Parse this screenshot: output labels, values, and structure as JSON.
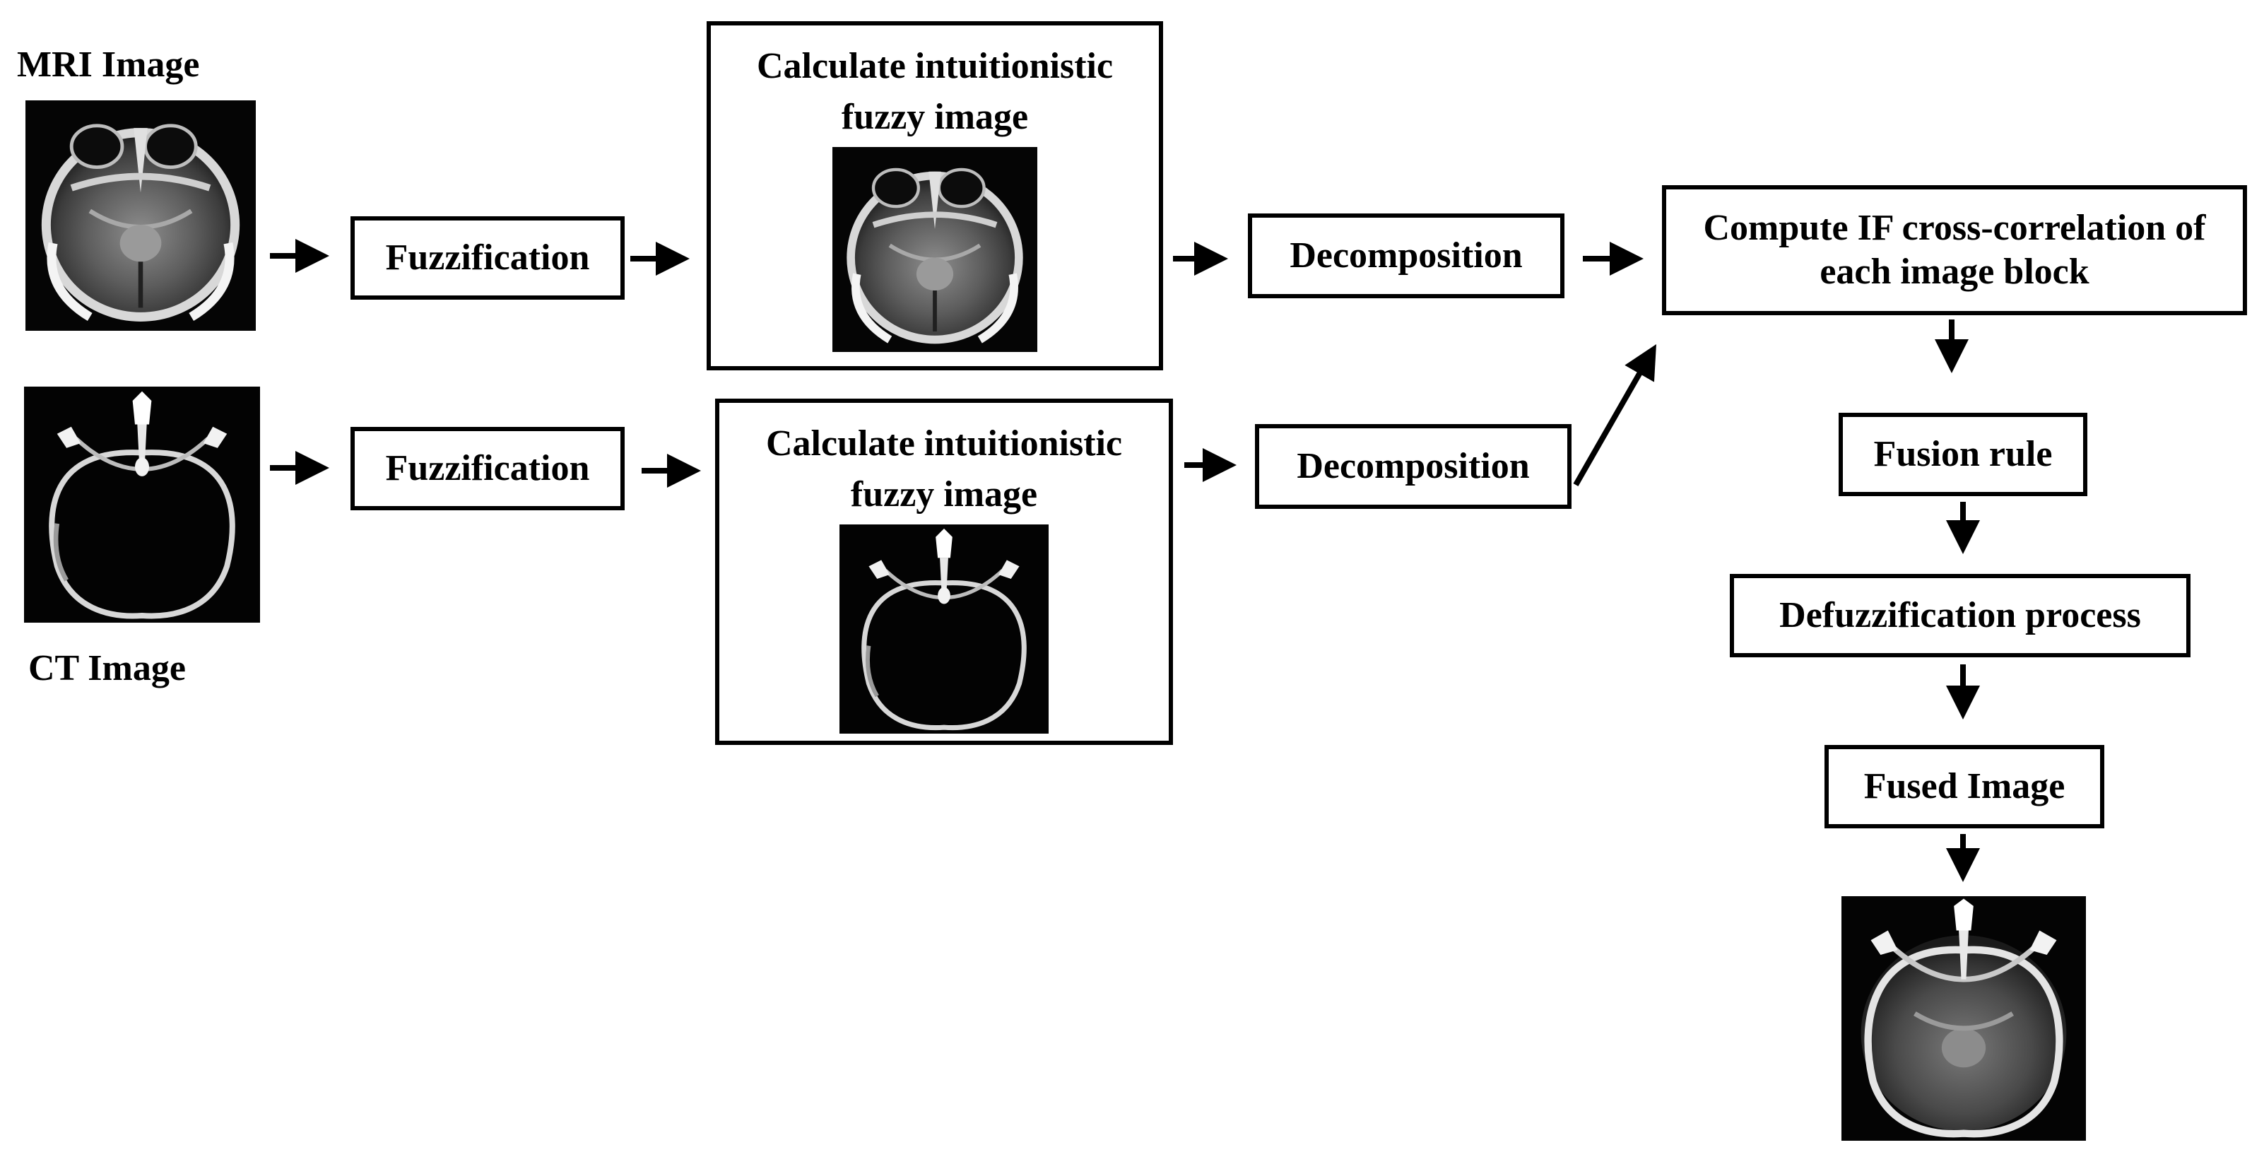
{
  "inputs": {
    "mri_label": "MRI Image",
    "ct_label": "CT Image"
  },
  "mri_path": {
    "fuzzification": "Fuzzification",
    "if_image": "Calculate intuitionistic fuzzy image",
    "decomposition": "Decomposition"
  },
  "ct_path": {
    "fuzzification": "Fuzzification",
    "if_image": "Calculate intuitionistic fuzzy image",
    "decomposition": "Decomposition"
  },
  "fusion": {
    "cross_correlation": "Compute IF cross-correlation of each image block",
    "fusion_rule": "Fusion rule",
    "defuzzification": "Defuzzification process",
    "fused_image": "Fused Image"
  }
}
